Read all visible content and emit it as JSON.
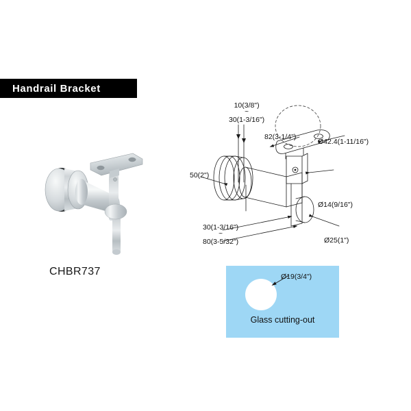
{
  "banner": {
    "title": "Handrail Bracket",
    "background": "#000000",
    "text_color": "#ffffff"
  },
  "product": {
    "photo_alt": "handrail-bracket-photo",
    "model_number": "CHBR737"
  },
  "technical_drawing": {
    "dimensions": {
      "top_min": "10(3/8\")",
      "range_separator": "~",
      "top_max": "30(1-3/16\")",
      "height_82": "82(3-1/4\")",
      "tube_diameter": "Ø42.4(1-11/16\")",
      "projection_50": "50(2\")",
      "bottom_min": "30(1-3/16\")",
      "bottom_max": "80(3-5/32\")",
      "post_diameter_14": "Ø14(9/16\")",
      "post_diameter_25": "Ø25(1\")"
    }
  },
  "glass_cutout": {
    "caption": "Glass cutting-out",
    "hole_diameter": "Ø19(3/4\")",
    "panel_color": "#9ED7F5",
    "hole_color": "#ffffff"
  }
}
